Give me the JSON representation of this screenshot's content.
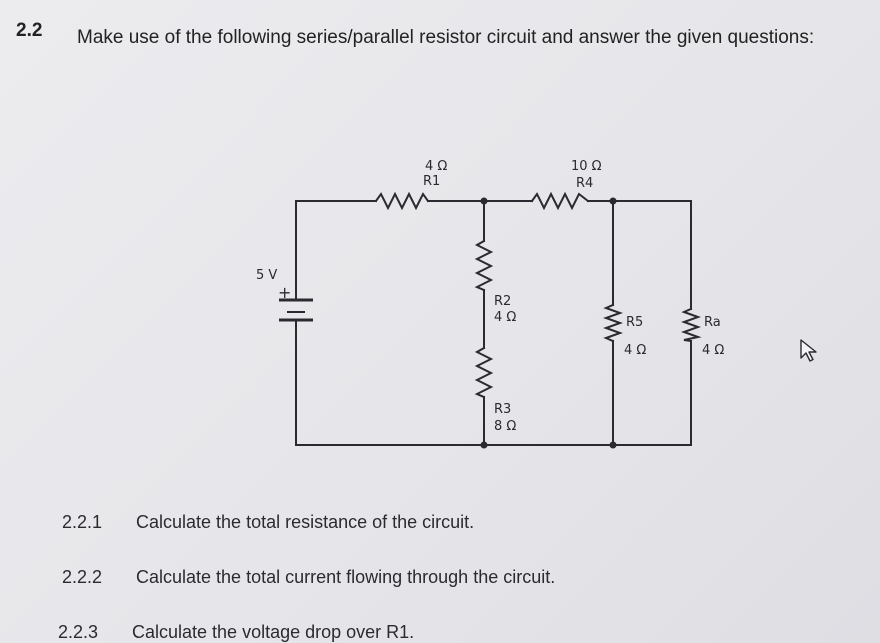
{
  "question": {
    "number": "2.2",
    "text": "Make use of the following series/parallel resistor circuit and answer the given questions:"
  },
  "circuit": {
    "source": {
      "voltage_label": "5 V",
      "polarity": "+"
    },
    "resistors": [
      {
        "name": "R1",
        "value": "4 Ω"
      },
      {
        "name": "R4",
        "value": "10 Ω"
      },
      {
        "name": "R2",
        "value": "4 Ω"
      },
      {
        "name": "R3",
        "value": "8 Ω"
      },
      {
        "name": "R5",
        "value": "4 Ω"
      },
      {
        "name": "Ra",
        "value": "4 Ω"
      }
    ]
  },
  "subquestions": [
    {
      "number": "2.2.1",
      "text": "Calculate the total resistance of the circuit."
    },
    {
      "number": "2.2.2",
      "text": "Calculate the total current flowing through the circuit."
    },
    {
      "number": "2.2.3",
      "text": "Calculate the voltage drop over R1."
    }
  ],
  "icons": {
    "cursor": "mouse-pointer-icon"
  }
}
